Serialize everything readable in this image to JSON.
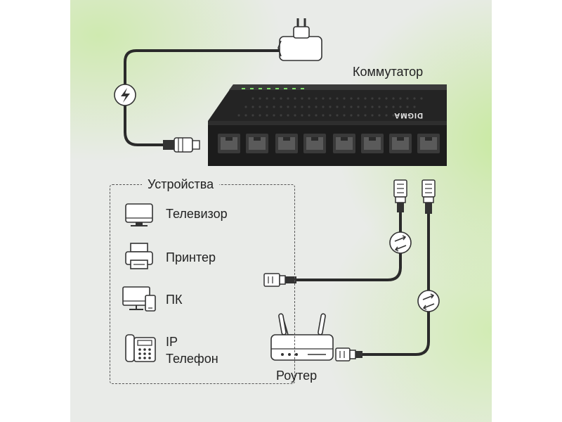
{
  "switch": {
    "title": "Коммутатор",
    "brand": "DIGMA"
  },
  "devices": {
    "title": "Устройства",
    "items": [
      {
        "label": "Телевизор",
        "icon": "tv-icon"
      },
      {
        "label": "Принтер",
        "icon": "printer-icon"
      },
      {
        "label": "ПК",
        "icon": "pc-icon"
      },
      {
        "label": "IP Телефон",
        "line1": "IP",
        "line2": "Телефон",
        "icon": "ip-phone-icon"
      }
    ]
  },
  "router": {
    "label": "Роутер"
  },
  "colors": {
    "background": "#e9ebe8",
    "accent_green": "#c8eaa0",
    "device": "#2b2b2b"
  }
}
